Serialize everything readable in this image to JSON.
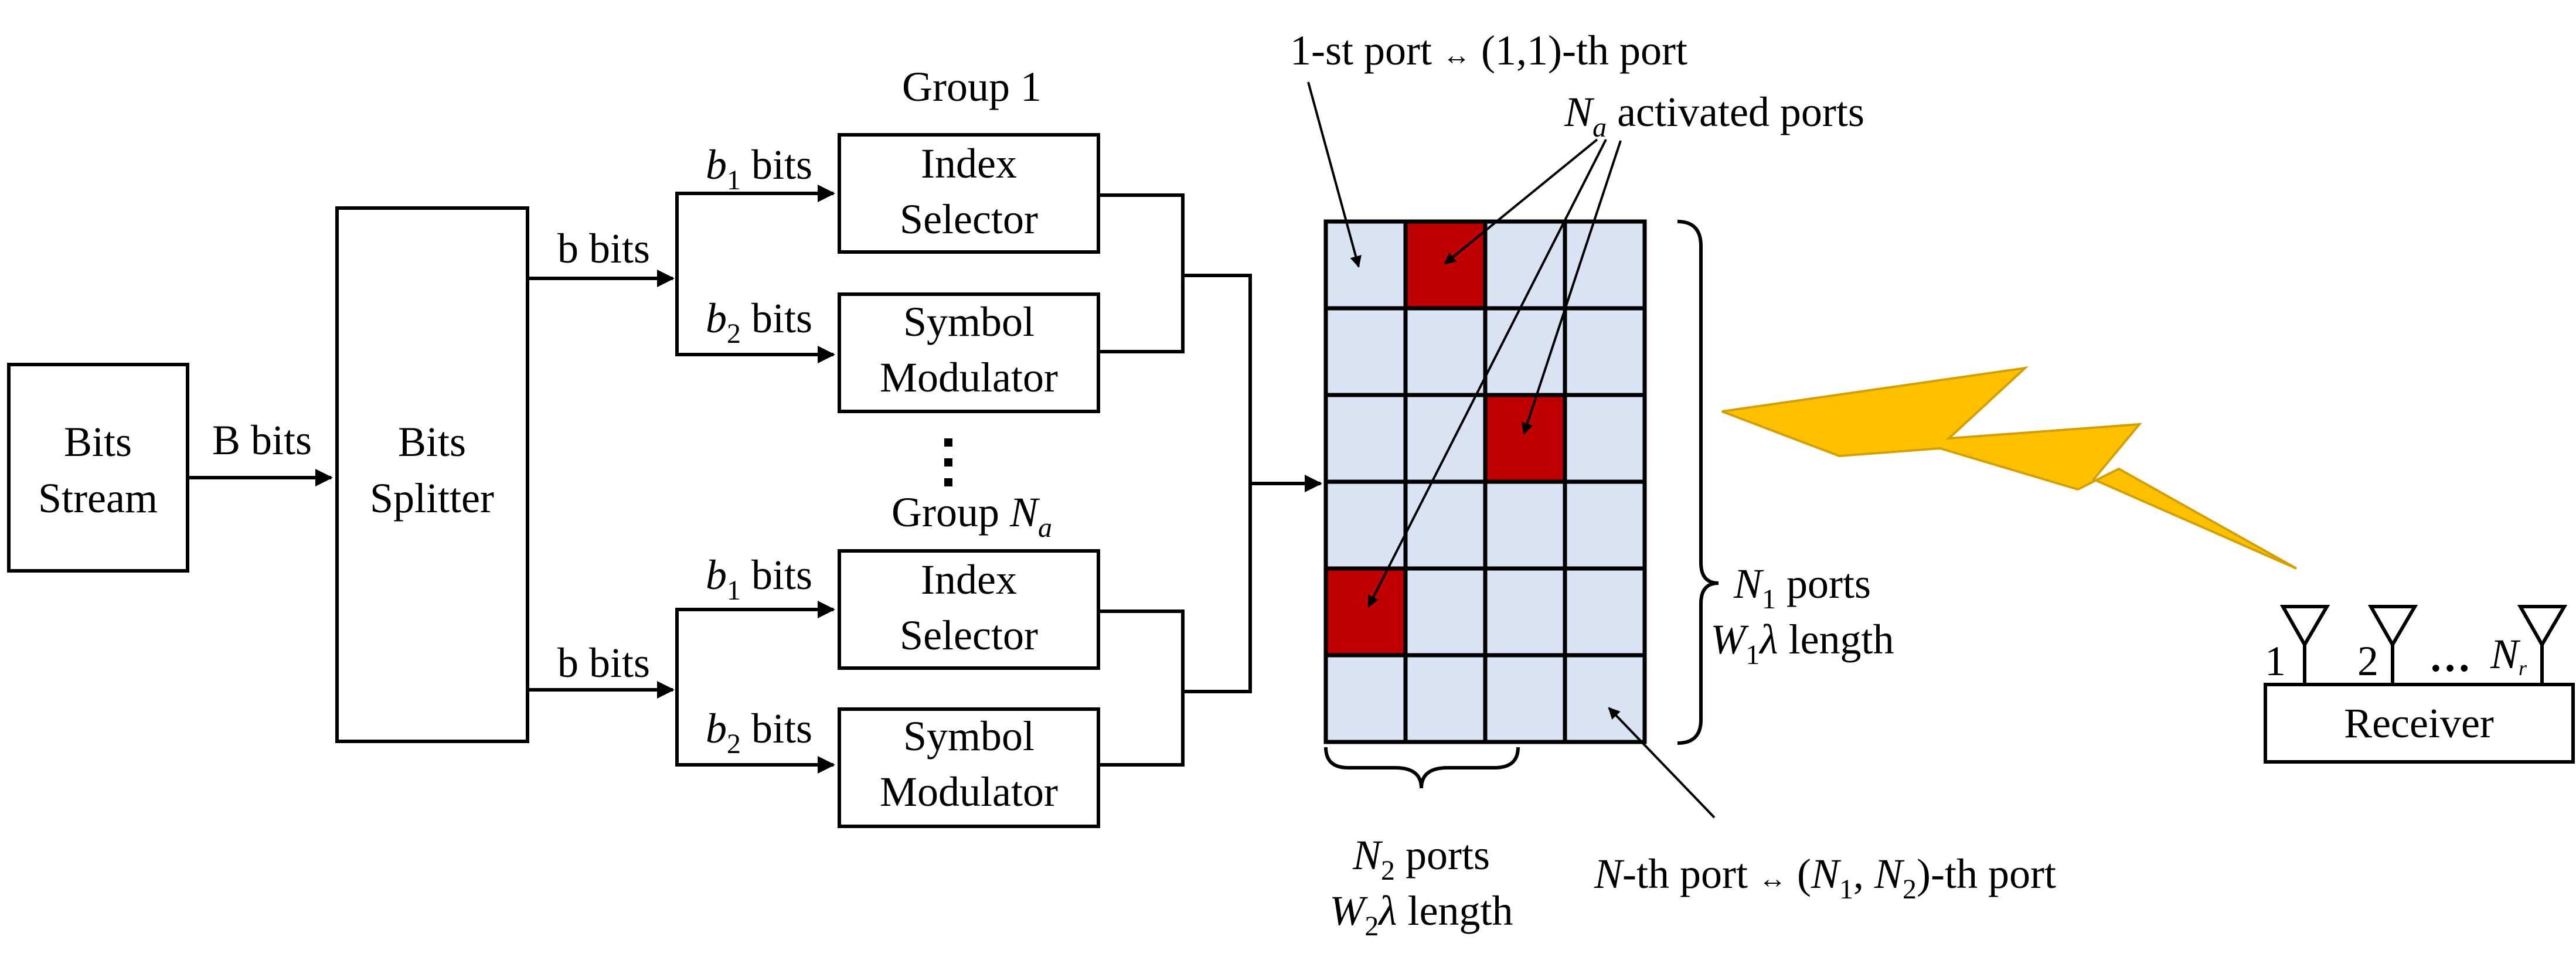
{
  "blocks": {
    "bits_stream": [
      "Bits",
      "Stream"
    ],
    "bits_splitter": [
      "Bits",
      "Splitter"
    ],
    "index_selector": [
      "Index",
      "Selector"
    ],
    "symbol_modulator": [
      "Symbol",
      "Modulator"
    ],
    "receiver": "Receiver"
  },
  "edges": {
    "B_bits": "B bits",
    "b_bits": "b bits",
    "b1_bits": {
      "var": "b",
      "sub": "1",
      "suffix": " bits"
    },
    "b2_bits": {
      "var": "b",
      "sub": "2",
      "suffix": " bits"
    }
  },
  "groups": {
    "group1": "Group 1",
    "groupNa": {
      "prefix": "Group ",
      "var": "N",
      "sub": "a"
    }
  },
  "port_grid": {
    "rows": 6,
    "cols": 4,
    "active_cells": [
      [
        0,
        1
      ],
      [
        2,
        2
      ],
      [
        4,
        0
      ]
    ],
    "cell_color": "#dae3f3",
    "active_color": "#c00000"
  },
  "annotations": {
    "first_port": {
      "pre": "1-st port ",
      "arrow": "↔",
      "post": " (1,1)-th port"
    },
    "activated": {
      "var": "N",
      "sub": "a",
      "suffix": " activated ports"
    },
    "N1_ports": {
      "var": "N",
      "sub": "1",
      "suffix": " ports"
    },
    "W1_length": {
      "var": "W",
      "sub": "1",
      "lambda": "λ",
      "suffix": " length"
    },
    "N2_ports": {
      "var": "N",
      "sub": "2",
      "suffix": " ports"
    },
    "W2_length": {
      "var": "W",
      "sub": "2",
      "lambda": "λ",
      "suffix": " length"
    },
    "nth_port": {
      "var": "N",
      "pre": "-th port ",
      "arrow": "↔",
      "open": " (",
      "v1": "N",
      "s1": "1",
      "sep": ", ",
      "v2": "N",
      "s2": "2",
      "close": ")-th port"
    }
  },
  "antennas": [
    "1",
    "2"
  ],
  "antenna_dots": "…",
  "antenna_last": {
    "var": "N",
    "sub": "r"
  },
  "colors": {
    "lightning": "#ffc000",
    "lightning_stroke": "#d4a000"
  }
}
